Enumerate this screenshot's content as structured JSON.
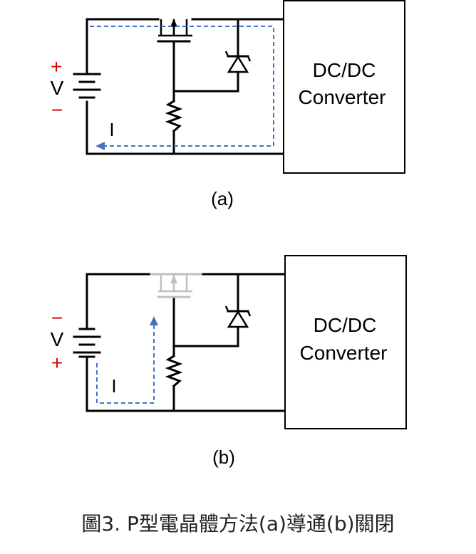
{
  "circuit_a": {
    "plus": "+",
    "minus": "−",
    "voltage": "V",
    "current": "I",
    "converter_line1": "DC/DC",
    "converter_line2": "Converter",
    "label": "(a)"
  },
  "circuit_b": {
    "plus": "+",
    "minus": "−",
    "voltage": "V",
    "current": "I",
    "converter_line1": "DC/DC",
    "converter_line2": "Converter",
    "label": "(b)"
  },
  "caption": "圖3. P型電晶體方法(a)導通(b)關閉",
  "colors": {
    "wire": "#000000",
    "current_flow": "#4472c4",
    "polarity": "#e00000",
    "mosfet_off": "#bfbfbf"
  }
}
